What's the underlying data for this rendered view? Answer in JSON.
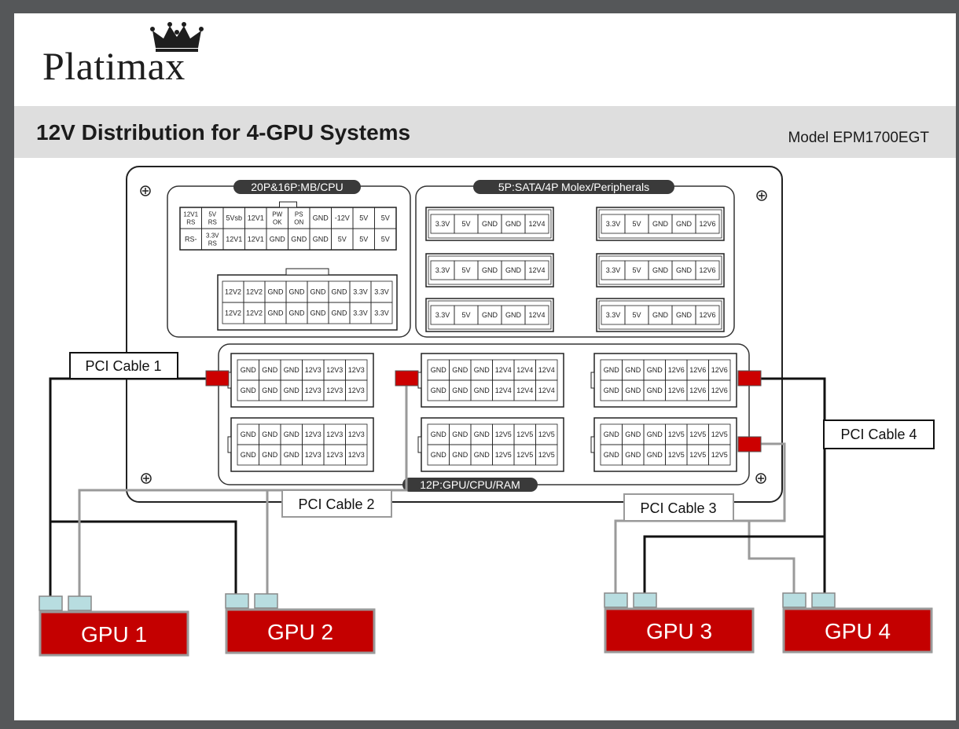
{
  "brand": {
    "name": "Platimax",
    "icon": "crown-icon"
  },
  "header": {
    "title": "12V Distribution for 4-GPU Systems",
    "model": "Model EPM1700EGT"
  },
  "colors": {
    "gpu": "#c40000",
    "port": "#b8dde0",
    "connector_red": "#cc0000",
    "dark": "#3a3a3a",
    "gray_cable": "#999999"
  },
  "panel": {
    "mb_title": "20P&16P:MB/CPU",
    "per_title": "5P:SATA/4P Molex/Peripherals",
    "gpu_title": "12P:GPU/CPU/RAM",
    "atx_top": [
      "12V1 RS",
      "5V RS",
      "5Vsb",
      "12V1",
      "PW OK",
      "PS ON",
      "GND",
      "-12V",
      "5V",
      "5V"
    ],
    "atx_bottom": [
      "RS-",
      "3.3V RS",
      "12V1",
      "12V1",
      "GND",
      "GND",
      "GND",
      "5V",
      "5V",
      "5V"
    ],
    "eps_top": [
      "12V2",
      "12V2",
      "GND",
      "GND",
      "GND",
      "GND",
      "3.3V",
      "3.3V"
    ],
    "eps_bottom": [
      "12V2",
      "12V2",
      "GND",
      "GND",
      "GND",
      "GND",
      "3.3V",
      "3.3V"
    ],
    "per_left": [
      [
        "3.3V",
        "5V",
        "GND",
        "GND",
        "12V4"
      ],
      [
        "3.3V",
        "5V",
        "GND",
        "GND",
        "12V4"
      ],
      [
        "3.3V",
        "5V",
        "GND",
        "GND",
        "12V4"
      ]
    ],
    "per_right": [
      [
        "3.3V",
        "5V",
        "GND",
        "GND",
        "12V6"
      ],
      [
        "3.3V",
        "5V",
        "GND",
        "GND",
        "12V6"
      ],
      [
        "3.3V",
        "5V",
        "GND",
        "GND",
        "12V6"
      ]
    ],
    "gpu_connectors": [
      {
        "top": [
          "GND",
          "GND",
          "GND",
          "12V3",
          "12V3",
          "12V3"
        ],
        "bottom": [
          "GND",
          "GND",
          "GND",
          "12V3",
          "12V3",
          "12V3"
        ]
      },
      {
        "top": [
          "GND",
          "GND",
          "GND",
          "12V4",
          "12V4",
          "12V4"
        ],
        "bottom": [
          "GND",
          "GND",
          "GND",
          "12V4",
          "12V4",
          "12V4"
        ]
      },
      {
        "top": [
          "GND",
          "GND",
          "GND",
          "12V6",
          "12V6",
          "12V6"
        ],
        "bottom": [
          "GND",
          "GND",
          "GND",
          "12V6",
          "12V6",
          "12V6"
        ]
      },
      {
        "top": [
          "GND",
          "GND",
          "GND",
          "12V3",
          "12V3",
          "12V3"
        ],
        "bottom": [
          "GND",
          "GND",
          "GND",
          "12V3",
          "12V3",
          "12V3"
        ]
      },
      {
        "top": [
          "GND",
          "GND",
          "GND",
          "12V5",
          "12V5",
          "12V5"
        ],
        "bottom": [
          "GND",
          "GND",
          "GND",
          "12V5",
          "12V5",
          "12V5"
        ]
      },
      {
        "top": [
          "GND",
          "GND",
          "GND",
          "12V5",
          "12V5",
          "12V5"
        ],
        "bottom": [
          "GND",
          "GND",
          "GND",
          "12V5",
          "12V5",
          "12V5"
        ]
      }
    ]
  },
  "cables": [
    "PCI Cable 1",
    "PCI Cable 2",
    "PCI Cable 3",
    "PCI Cable 4"
  ],
  "gpus": [
    "GPU 1",
    "GPU 2",
    "GPU 3",
    "GPU 4"
  ]
}
